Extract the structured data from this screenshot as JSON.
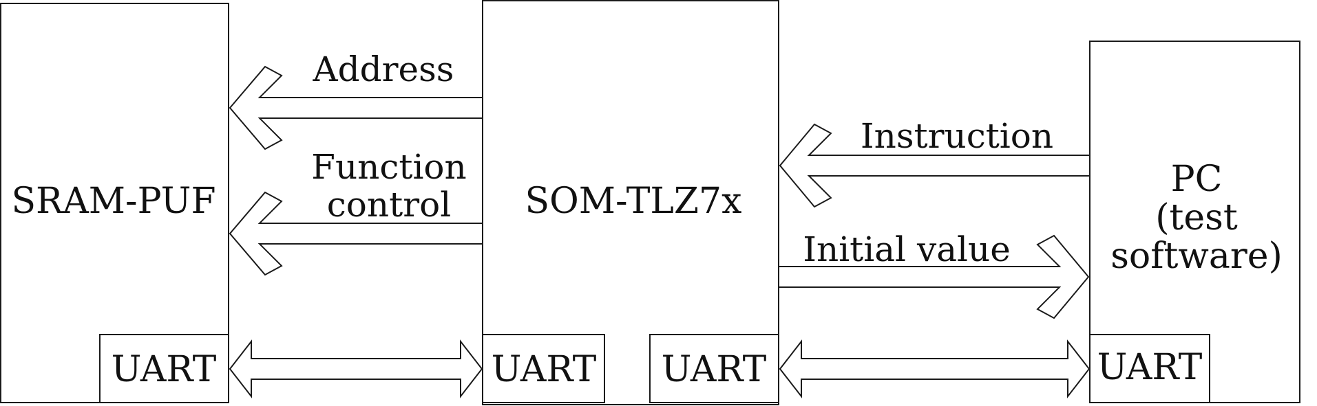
{
  "blocks": {
    "sram_puf": "SRAM-PUF",
    "som": "SOM-TLZ7x",
    "pc_line1": "PC",
    "pc_line2": "(test",
    "pc_line3": "software)"
  },
  "uart": {
    "sram": "UART",
    "som_left": "UART",
    "som_right": "UART",
    "pc": "UART"
  },
  "signals": {
    "address": "Address",
    "function_line1": "Function",
    "function_line2": "control",
    "instruction": "Instruction",
    "initial_value": "Initial value"
  }
}
